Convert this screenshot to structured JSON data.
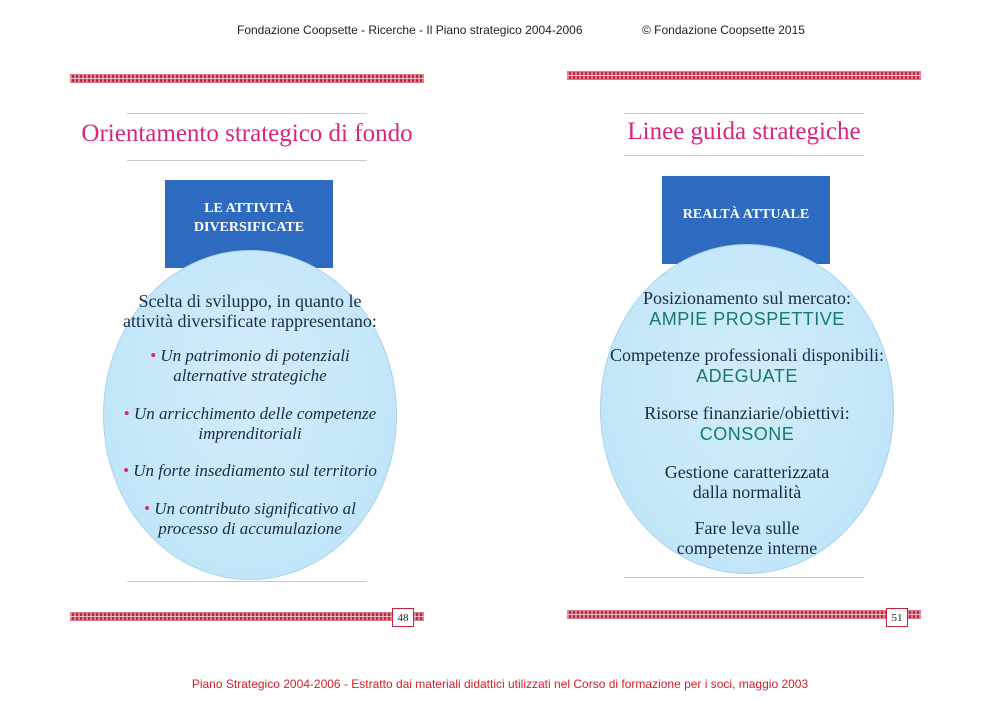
{
  "header": {
    "left": "Fondazione Coopsette - Ricerche - Il Piano strategico 2004-2006",
    "right": "© Fondazione Coopsette 2015"
  },
  "left_slide": {
    "title": "Orientamento strategico di fondo",
    "tab_lines": [
      "LE ATTIVITÀ",
      "DIVERSIFICATE"
    ],
    "intro_lines": [
      "Scelta di sviluppo, in quanto le",
      "attività diversificate rappresentano:"
    ],
    "bullet_marker": "•",
    "bullets": [
      {
        "lines": [
          "Un patrimonio di potenziali",
          "alternative strategiche"
        ]
      },
      {
        "lines": [
          "Un arricchimento delle competenze",
          "imprenditoriali"
        ]
      },
      {
        "lines": [
          "Un forte insediamento sul territorio"
        ]
      },
      {
        "lines": [
          "Un contributo significativo al",
          "processo di accumulazione"
        ]
      }
    ],
    "page_number": "48"
  },
  "right_slide": {
    "title": "Linee guida strategiche",
    "tab_lines": [
      "REALTÀ ATTUALE"
    ],
    "items": [
      {
        "label": "Posizionamento sul mercato:",
        "value": "AMPIE PROSPETTIVE"
      },
      {
        "label": "Competenze professionali disponibili:",
        "value": "ADEGUATE"
      },
      {
        "label": "Risorse finanziarie/obiettivi:",
        "value": "CONSONE"
      }
    ],
    "plain_items": [
      {
        "lines": [
          "Gestione caratterizzata",
          "dalla normalità"
        ]
      },
      {
        "lines": [
          "Fare leva sulle",
          "competenze interne"
        ]
      }
    ],
    "page_number": "51"
  },
  "footer": "Piano Strategico 2004-2006 - Estratto dai materiali didattici utilizzati nel Corso di formazione per i soci, maggio 2003",
  "colors": {
    "title": "#d8267f",
    "tab": "#2d6ac0",
    "circle": "#c2e6f9",
    "emphasis": "#177a6a",
    "ribbon": "#c1243f",
    "footer": "#d4202a"
  }
}
